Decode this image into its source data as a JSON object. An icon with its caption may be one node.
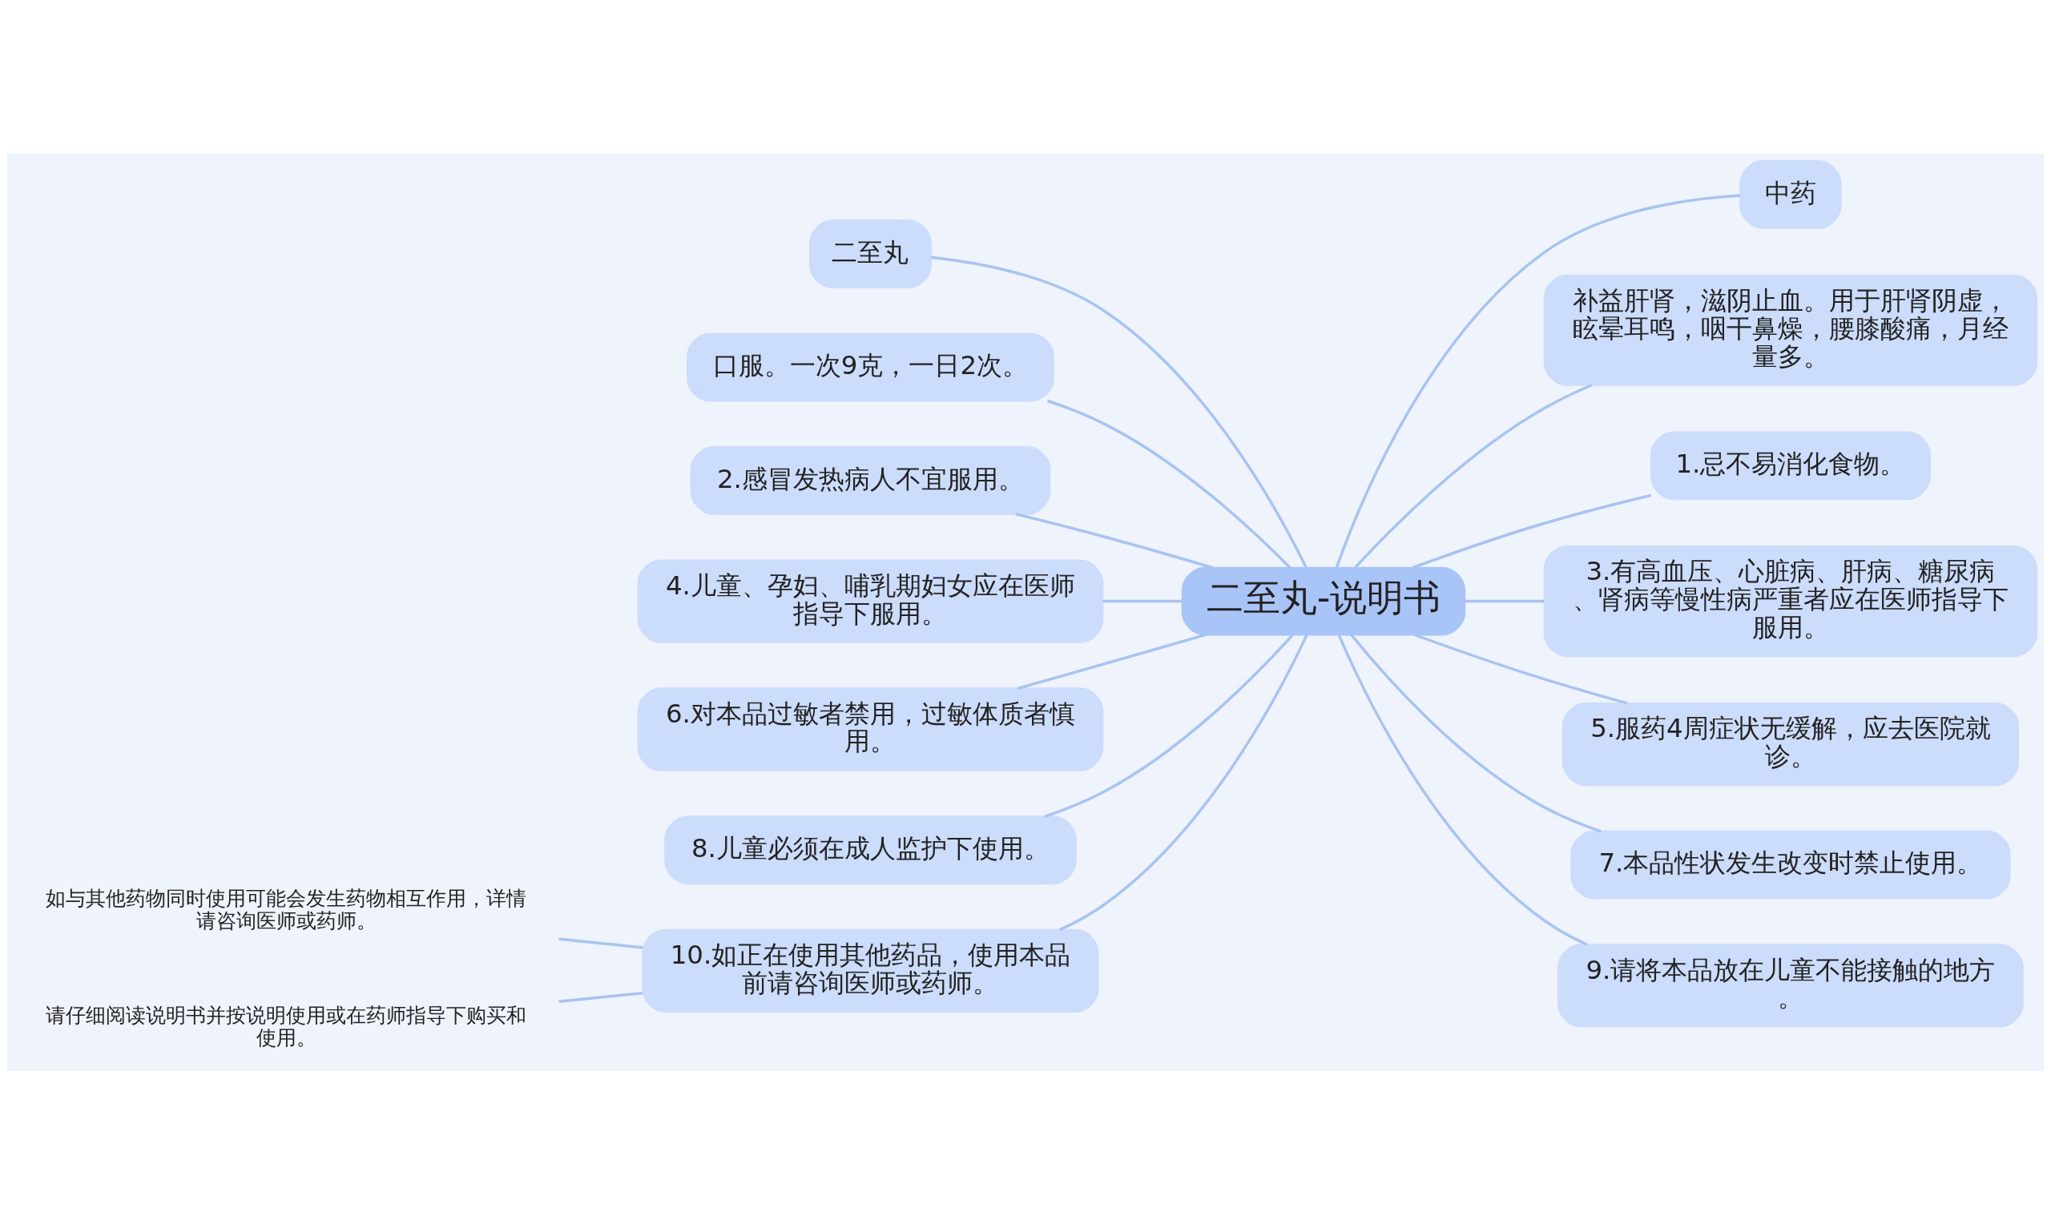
{
  "diagram": {
    "nodes": [
      {
        "text": [
          "二至丸-说明书"
        ]
      },
      {
        "text": [
          "二至丸"
        ]
      },
      {
        "text": [
          "口服。一次9克，一日2次。"
        ]
      },
      {
        "text": [
          "2.感冒发热病人不宜服用。"
        ]
      },
      {
        "text": [
          "4.儿童、孕妇、哺乳期妇女应在医师指导下服用。"
        ]
      },
      {
        "text": [
          "6.对本品过敏者禁用，过敏体质者慎用。"
        ]
      },
      {
        "text": [
          "8.儿童必须在成人监护下使用。"
        ]
      },
      {
        "text": [
          "10.如正在使用其他药品，使用本品前请咨询医师或药师。"
        ]
      },
      {
        "text": [
          "如与其他药物同时使用可能会发生药物相互作用，详情请咨询医师或药师。"
        ]
      },
      {
        "text": [
          "请仔细阅读说明书并按说明使用或在药师指导下购买和使用。"
        ]
      },
      {
        "text": [
          "中药"
        ]
      },
      {
        "text": [
          "补益肝肾，滋阴止血。用于肝肾阴虚，眩晕耳鸣，咽干鼻燥，腰膝酸痛，月经量多。"
        ]
      },
      {
        "text": [
          "1.忌不易消化食物。"
        ]
      },
      {
        "text": [
          "3.有高血压、心脏病、肝病、糖尿病、肾病等慢性病严重者应在医师指导下服用。"
        ]
      },
      {
        "text": [
          "5.服药4周症状无缓解，应去医院就诊。"
        ]
      },
      {
        "text": [
          "7.本品性状发生改变时禁止使用。"
        ]
      },
      {
        "text": [
          "9.请将本品放在儿童不能接触的地方。"
        ]
      }
    ],
    "edges": [
      {
        "from": 0,
        "to": 1,
        "arrow": "none"
      },
      {
        "from": 0,
        "to": 2,
        "arrow": "none"
      },
      {
        "from": 0,
        "to": 3,
        "arrow": "none"
      },
      {
        "from": 0,
        "to": 4,
        "arrow": "none"
      },
      {
        "from": 0,
        "to": 5,
        "arrow": "none"
      },
      {
        "from": 0,
        "to": 6,
        "arrow": "none"
      },
      {
        "from": 0,
        "to": 7,
        "arrow": "none"
      },
      {
        "from": 7,
        "to": 8,
        "arrow": "none"
      },
      {
        "from": 7,
        "to": 9,
        "arrow": "none"
      },
      {
        "from": 0,
        "to": 10,
        "arrow": "none"
      },
      {
        "from": 0,
        "to": 11,
        "arrow": "none"
      },
      {
        "from": 0,
        "to": 12,
        "arrow": "none"
      },
      {
        "from": 0,
        "to": 13,
        "arrow": "none"
      },
      {
        "from": 0,
        "to": 14,
        "arrow": "none"
      },
      {
        "from": 0,
        "to": 15,
        "arrow": "none"
      },
      {
        "from": 0,
        "to": 16,
        "arrow": "none"
      }
    ]
  }
}
